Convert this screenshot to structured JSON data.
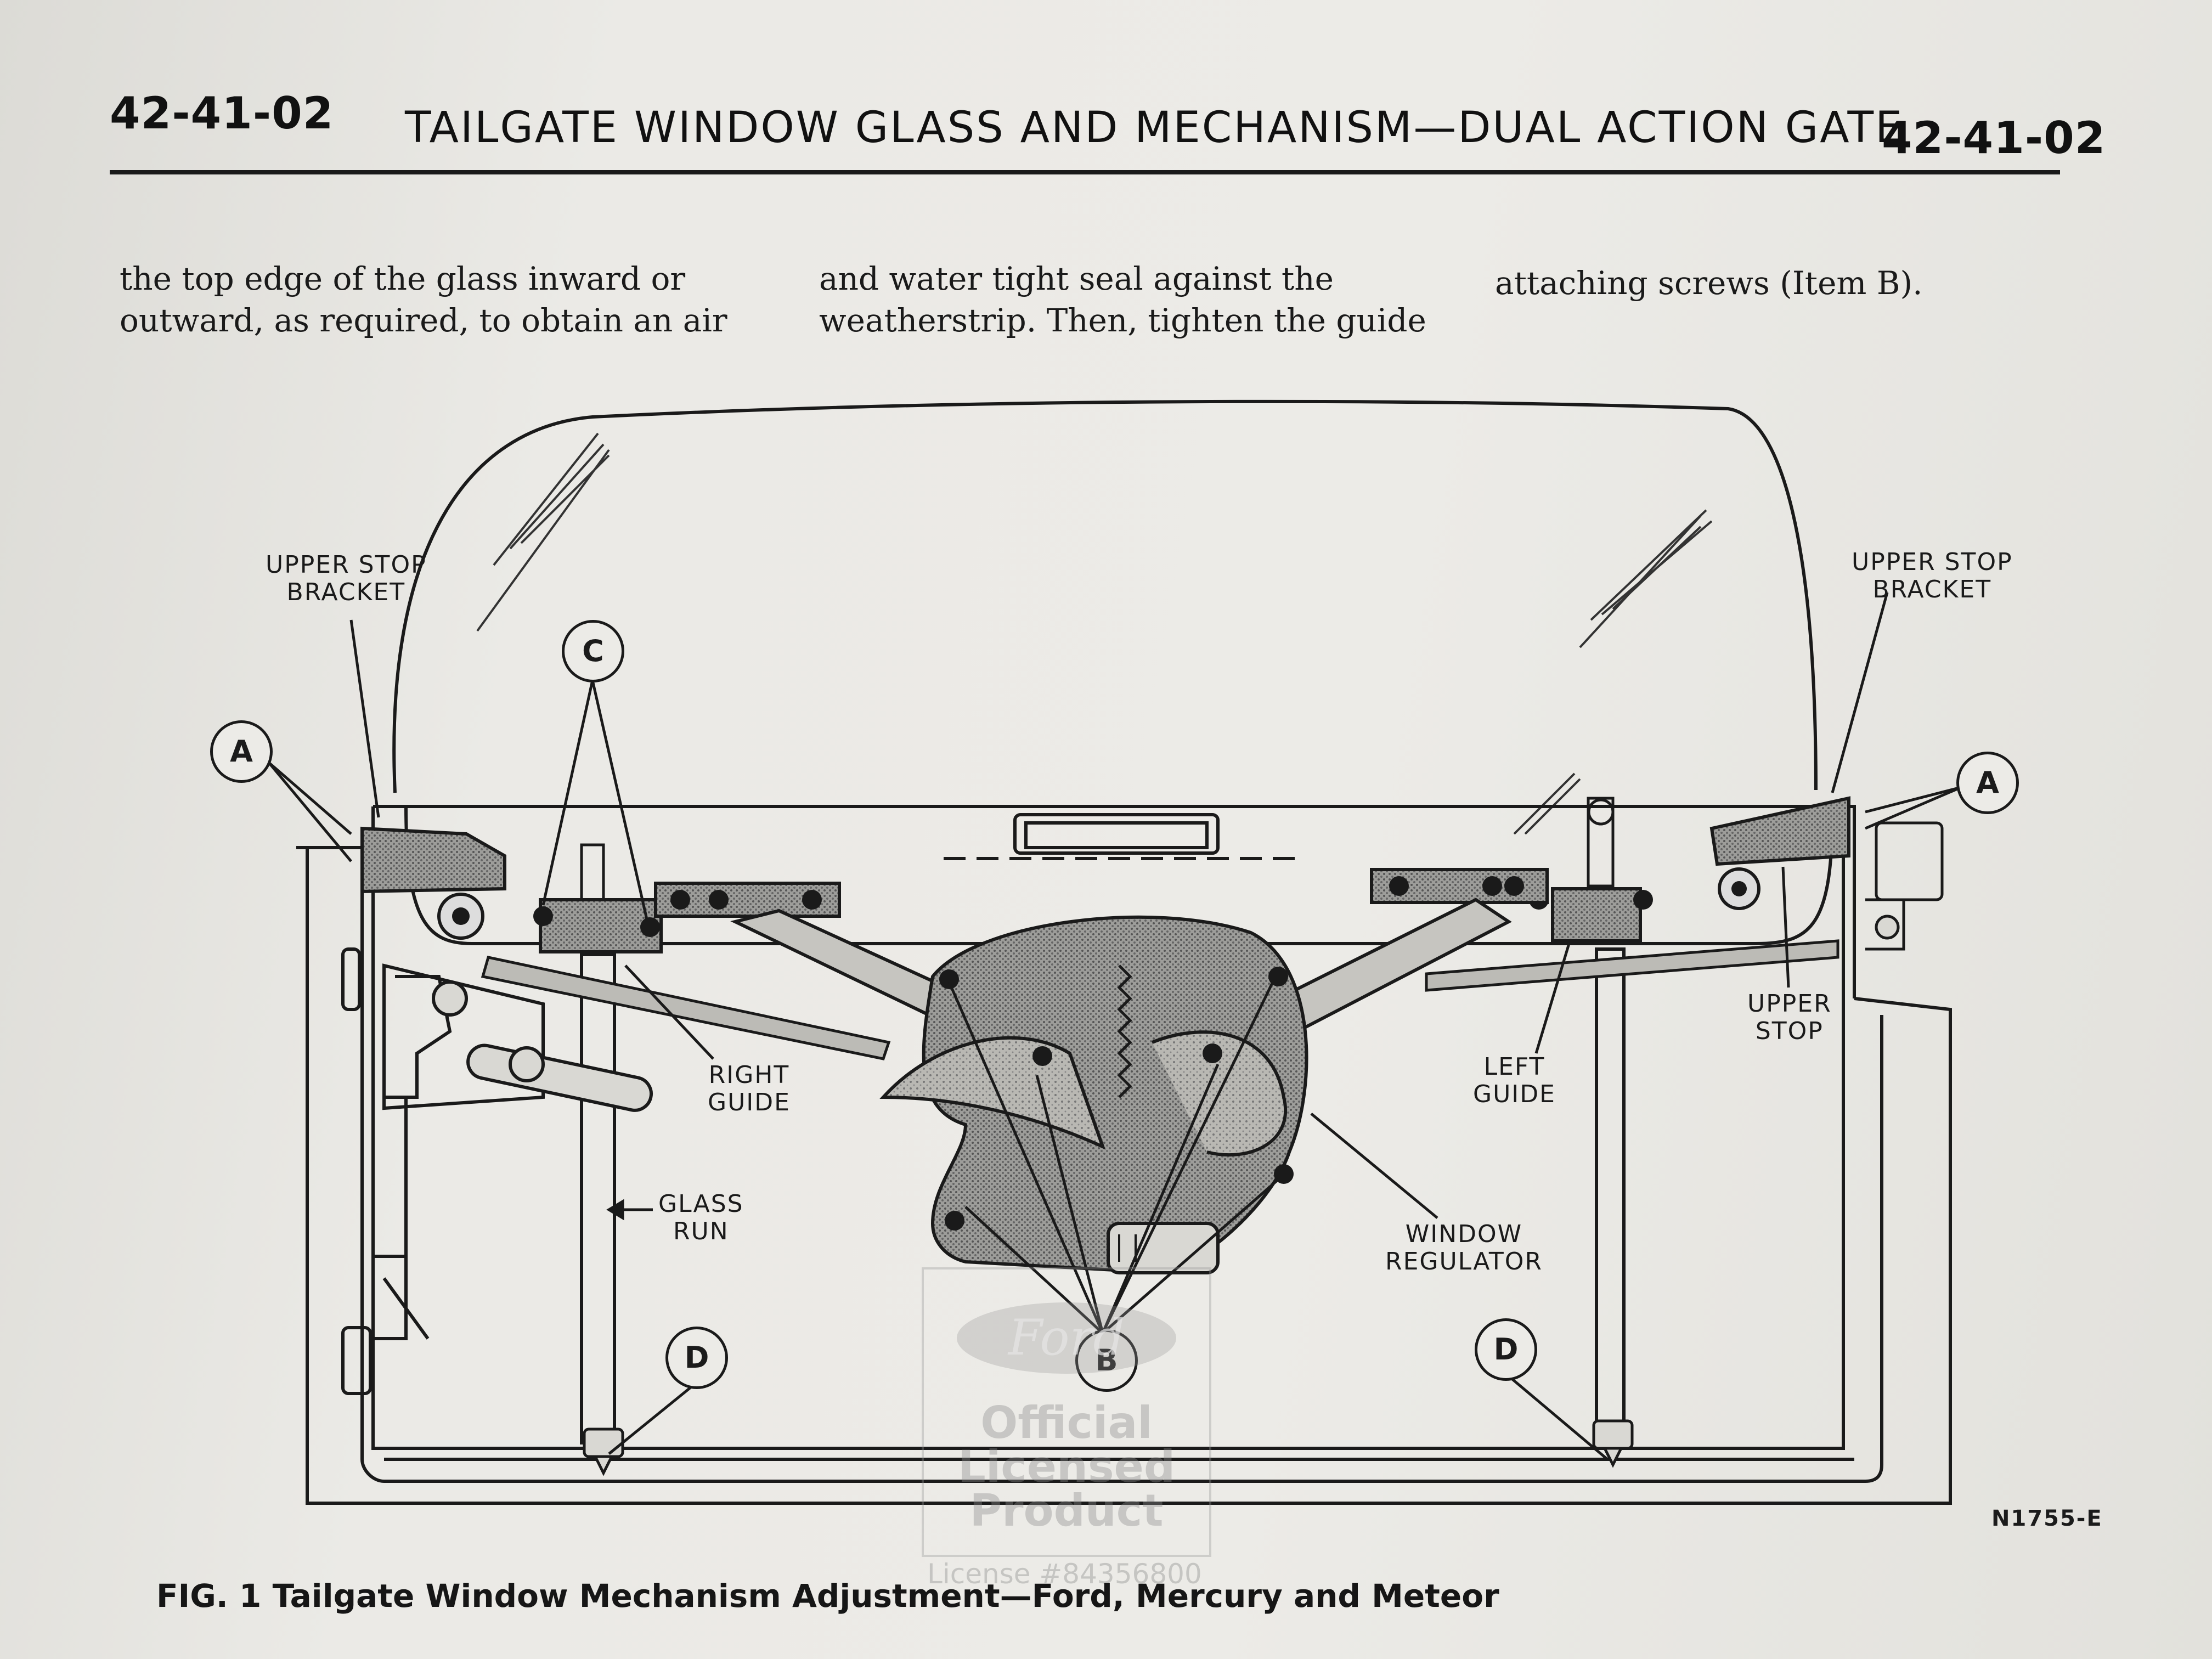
{
  "header": {
    "page_number_left": "42-41-02",
    "title": "TAILGATE WINDOW GLASS AND MECHANISM—DUAL ACTION GATE",
    "page_number_right": "42-41-02"
  },
  "body_text": {
    "column1": "the top edge of the glass inward or\noutward, as required, to obtain an air",
    "column2": "and water tight seal against the\nweatherstrip. Then, tighten the guide",
    "column3": "attaching screws (Item B)."
  },
  "figure": {
    "labels": {
      "upper_stop_bracket_left": "UPPER STOP\nBRACKET",
      "upper_stop_bracket_right": "UPPER STOP\nBRACKET",
      "right_guide": "RIGHT\nGUIDE",
      "left_guide": "LEFT\nGUIDE",
      "glass_run": "GLASS\nRUN",
      "window_regulator": "WINDOW\nREGULATOR",
      "upper_stop": "UPPER\nSTOP"
    },
    "callouts": {
      "a_left": "A",
      "a_right": "A",
      "b": "B",
      "c": "C",
      "d_left": "D",
      "d_right": "D"
    },
    "code": "N1755-E",
    "caption": "FIG. 1 Tailgate Window Mechanism Adjustment—Ford, Mercury and Meteor"
  },
  "watermark": {
    "logo": "Ford",
    "text": "Official\nLicensed\nProduct",
    "license": "License #84356800"
  }
}
